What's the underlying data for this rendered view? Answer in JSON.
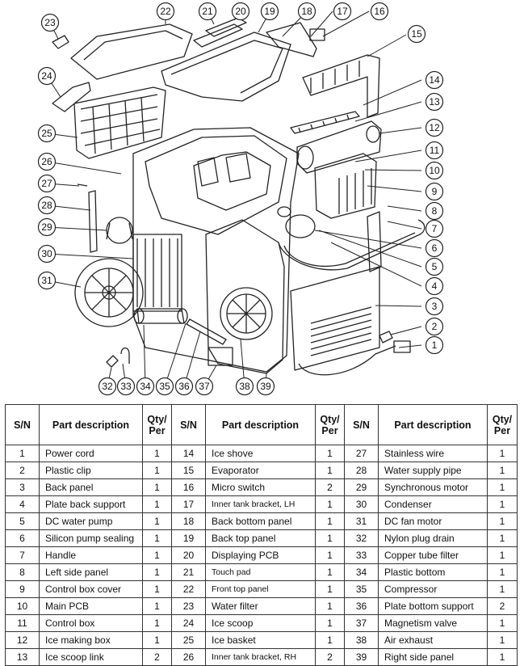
{
  "callouts": [
    "1",
    "2",
    "3",
    "4",
    "5",
    "6",
    "7",
    "8",
    "9",
    "10",
    "11",
    "12",
    "13",
    "14",
    "15",
    "16",
    "17",
    "18",
    "19",
    "20",
    "21",
    "22",
    "23",
    "24",
    "25",
    "26",
    "27",
    "28",
    "29",
    "30",
    "31",
    "32",
    "33",
    "34",
    "35",
    "36",
    "37",
    "38",
    "39"
  ],
  "table": {
    "headers": {
      "sn": "S/N",
      "desc": "Part description",
      "qty_line1": "Qty/",
      "qty_line2": "Per"
    },
    "rows": [
      [
        {
          "sn": "1",
          "desc": "Power cord",
          "qty": "1"
        },
        {
          "sn": "14",
          "desc": "Ice shove",
          "qty": "1"
        },
        {
          "sn": "27",
          "desc": "Stainless wire",
          "qty": "1"
        }
      ],
      [
        {
          "sn": "2",
          "desc": "Plastic clip",
          "qty": "1"
        },
        {
          "sn": "15",
          "desc": "Evaporator",
          "qty": "1"
        },
        {
          "sn": "28",
          "desc": "Water supply pipe",
          "qty": "1"
        }
      ],
      [
        {
          "sn": "3",
          "desc": "Back panel",
          "qty": "1"
        },
        {
          "sn": "16",
          "desc": "Micro switch",
          "qty": "2"
        },
        {
          "sn": "29",
          "desc": "Synchronous motor",
          "qty": "1"
        }
      ],
      [
        {
          "sn": "4",
          "desc": "Plate back support",
          "qty": "1"
        },
        {
          "sn": "17",
          "desc": "Inner tank bracket, LH",
          "qty": "1",
          "small": true
        },
        {
          "sn": "30",
          "desc": "Condenser",
          "qty": "1"
        }
      ],
      [
        {
          "sn": "5",
          "desc": "DC water pump",
          "qty": "1"
        },
        {
          "sn": "18",
          "desc": "Back bottom panel",
          "qty": "1"
        },
        {
          "sn": "31",
          "desc": "DC fan motor",
          "qty": "1"
        }
      ],
      [
        {
          "sn": "6",
          "desc": "Silicon pump sealing",
          "qty": "1"
        },
        {
          "sn": "19",
          "desc": "Back top panel",
          "qty": "1"
        },
        {
          "sn": "32",
          "desc": "Nylon plug drain",
          "qty": "1"
        }
      ],
      [
        {
          "sn": "7",
          "desc": "Handle",
          "qty": "1"
        },
        {
          "sn": "20",
          "desc": "Displaying PCB",
          "qty": "1"
        },
        {
          "sn": "33",
          "desc": "Copper tube filter",
          "qty": "1"
        }
      ],
      [
        {
          "sn": "8",
          "desc": "Left side panel",
          "qty": "1"
        },
        {
          "sn": "21",
          "desc": "Touch pad",
          "qty": "1",
          "small": true
        },
        {
          "sn": "34",
          "desc": "Plastic bottom",
          "qty": "1"
        }
      ],
      [
        {
          "sn": "9",
          "desc": "Control box cover",
          "qty": "1"
        },
        {
          "sn": "22",
          "desc": "Front top panel",
          "qty": "1",
          "small": true
        },
        {
          "sn": "35",
          "desc": "Compressor",
          "qty": "1"
        }
      ],
      [
        {
          "sn": "10",
          "desc": "Main PCB",
          "qty": "1"
        },
        {
          "sn": "23",
          "desc": "Water filter",
          "qty": "1"
        },
        {
          "sn": "36",
          "desc": "Plate bottom support",
          "qty": "2"
        }
      ],
      [
        {
          "sn": "11",
          "desc": "Control box",
          "qty": "1"
        },
        {
          "sn": "24",
          "desc": "Ice scoop",
          "qty": "1"
        },
        {
          "sn": "37",
          "desc": "Magnetism valve",
          "qty": "1"
        }
      ],
      [
        {
          "sn": "12",
          "desc": "Ice making box",
          "qty": "1"
        },
        {
          "sn": "25",
          "desc": "Ice basket",
          "qty": "1"
        },
        {
          "sn": "38",
          "desc": "Air exhaust",
          "qty": "1"
        }
      ],
      [
        {
          "sn": "13",
          "desc": "Ice scoop link",
          "qty": "2"
        },
        {
          "sn": "26",
          "desc": "Inner tank bracket, RH",
          "qty": "2",
          "small": true
        },
        {
          "sn": "39",
          "desc": "Right side panel",
          "qty": "1"
        }
      ]
    ]
  }
}
